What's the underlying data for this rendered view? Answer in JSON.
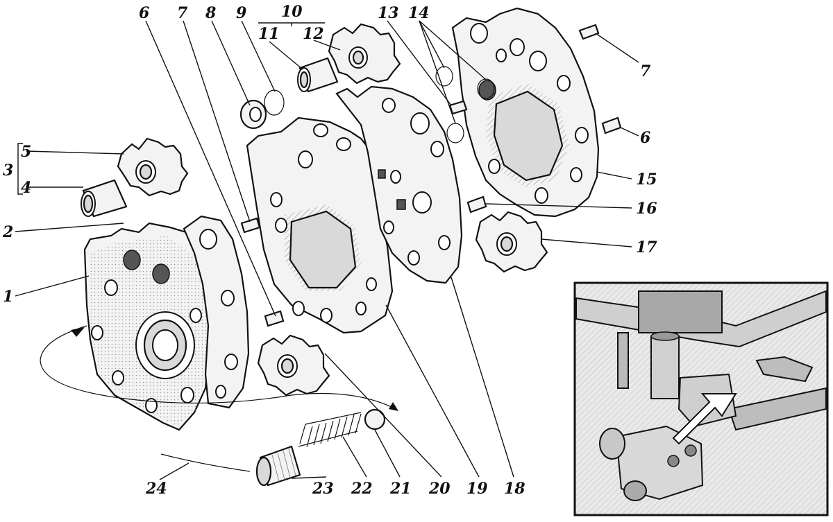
{
  "callouts": {
    "n1": "1",
    "n2": "2",
    "n3": "3",
    "n4": "4",
    "n5": "5",
    "n6a": "6",
    "n6b": "6",
    "n7a": "7",
    "n7b": "7",
    "n8": "8",
    "n9": "9",
    "n10": "10",
    "n11": "11",
    "n12": "12",
    "n13": "13",
    "n14": "14",
    "n15": "15",
    "n16": "16",
    "n17": "17",
    "n18": "18",
    "n19": "19",
    "n20": "20",
    "n21": "21",
    "n22": "22",
    "n23": "23",
    "n24": "24"
  },
  "colors": {
    "ink": "#111111",
    "paper": "#ffffff",
    "shade": "#d9d9d9"
  }
}
